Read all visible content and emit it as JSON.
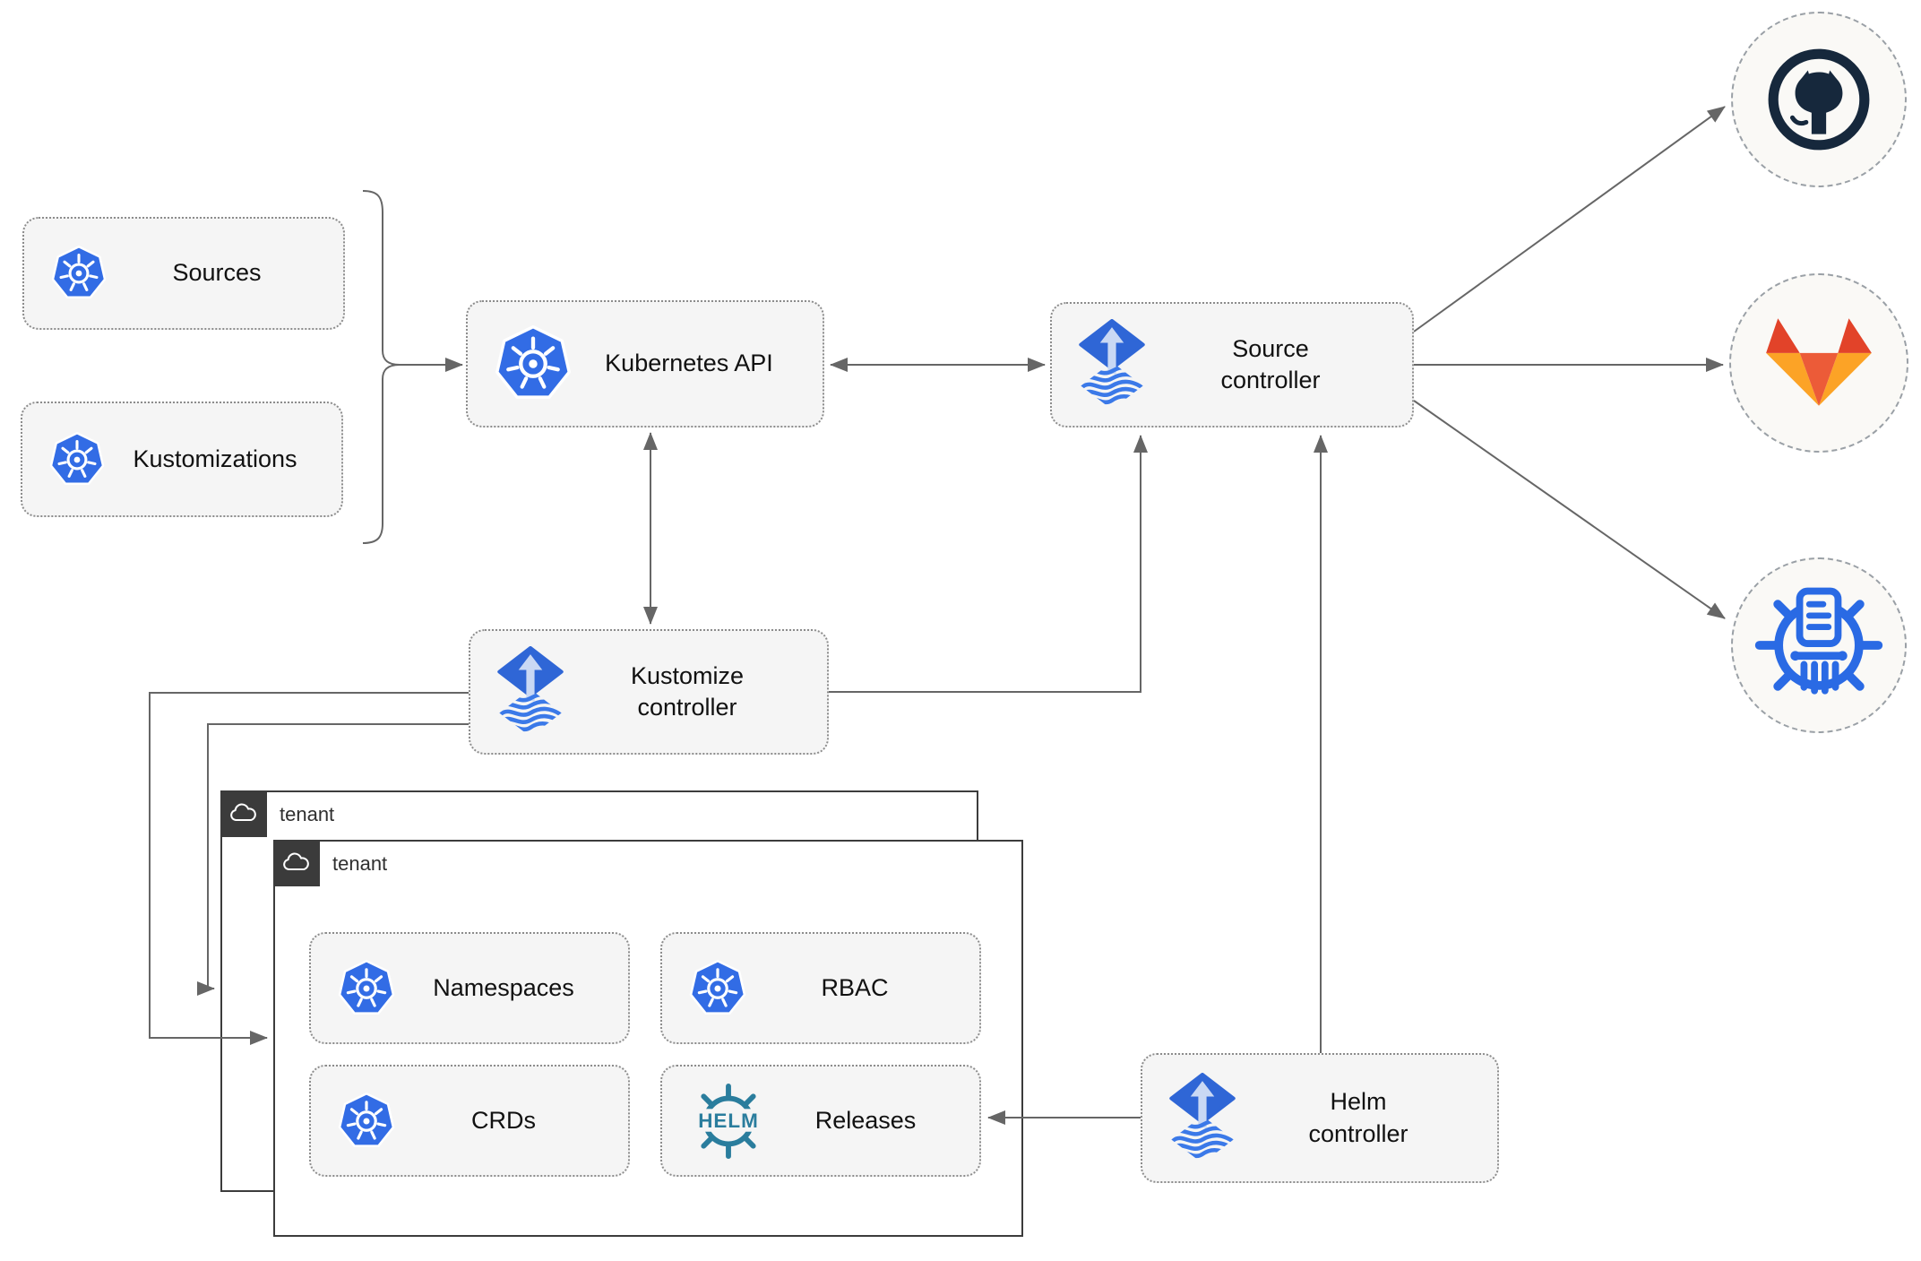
{
  "diagram": {
    "nodes": {
      "sources": {
        "label": "Sources",
        "icon": "kubernetes-icon"
      },
      "kustomizations": {
        "label": "Kustomizations",
        "icon": "kubernetes-icon"
      },
      "kubernetes_api": {
        "label": "Kubernetes API",
        "icon": "kubernetes-icon"
      },
      "source_controller": {
        "label": "Source controller",
        "icon": "flux-icon"
      },
      "kustomize_controller": {
        "label": "Kustomize controller",
        "icon": "flux-icon"
      },
      "helm_controller": {
        "label": "Helm controller",
        "icon": "flux-icon"
      },
      "namespaces": {
        "label": "Namespaces",
        "icon": "kubernetes-icon"
      },
      "rbac": {
        "label": "RBAC",
        "icon": "kubernetes-icon"
      },
      "crds": {
        "label": "CRDs",
        "icon": "kubernetes-icon"
      },
      "releases": {
        "label": "Releases",
        "icon": "helm-icon"
      }
    },
    "groups": {
      "tenant_outer": {
        "label": "tenant",
        "icon": "cloud-icon"
      },
      "tenant_inner": {
        "label": "tenant",
        "icon": "cloud-icon"
      }
    },
    "endpoints": {
      "github": {
        "icon": "github-icon"
      },
      "gitlab": {
        "icon": "gitlab-icon"
      },
      "chart_repository": {
        "icon": "chartmuseum-icon"
      }
    },
    "logo_text": {
      "helm_wordmark": "HELM"
    },
    "connections": [
      {
        "from": "sources-and-kustomizations",
        "to": "kubernetes_api",
        "style": "arrow"
      },
      {
        "from": "kubernetes_api",
        "to": "source_controller",
        "style": "double-arrow"
      },
      {
        "from": "kubernetes_api",
        "to": "kustomize_controller",
        "style": "double-arrow"
      },
      {
        "from": "kustomize_controller",
        "to": "source_controller",
        "style": "arrow"
      },
      {
        "from": "kustomize_controller",
        "to": "tenant_inner",
        "style": "arrow"
      },
      {
        "from": "kustomize_controller",
        "to": "tenant_outer",
        "style": "arrow"
      },
      {
        "from": "helm_controller",
        "to": "source_controller",
        "style": "arrow"
      },
      {
        "from": "helm_controller",
        "to": "releases",
        "style": "arrow"
      },
      {
        "from": "source_controller",
        "to": "github",
        "style": "arrow"
      },
      {
        "from": "source_controller",
        "to": "gitlab",
        "style": "arrow"
      },
      {
        "from": "source_controller",
        "to": "chart_repository",
        "style": "arrow"
      }
    ],
    "colors": {
      "kubernetes_blue": "#326ce5",
      "flux_blue": "#2f66d6",
      "flux_arrow_light": "#c9d8f4",
      "helm_teal": "#2a7d9d",
      "github_dark": "#16283c",
      "gitlab_red": "#e24329",
      "gitlab_orange": "#ec5b38",
      "gitlab_yellow": "#fca326",
      "chartmuseum_blue": "#2a6ae4",
      "connector_gray": "#666666",
      "node_fill": "#f5f5f5",
      "tenant_border": "#3c3c3c"
    }
  }
}
